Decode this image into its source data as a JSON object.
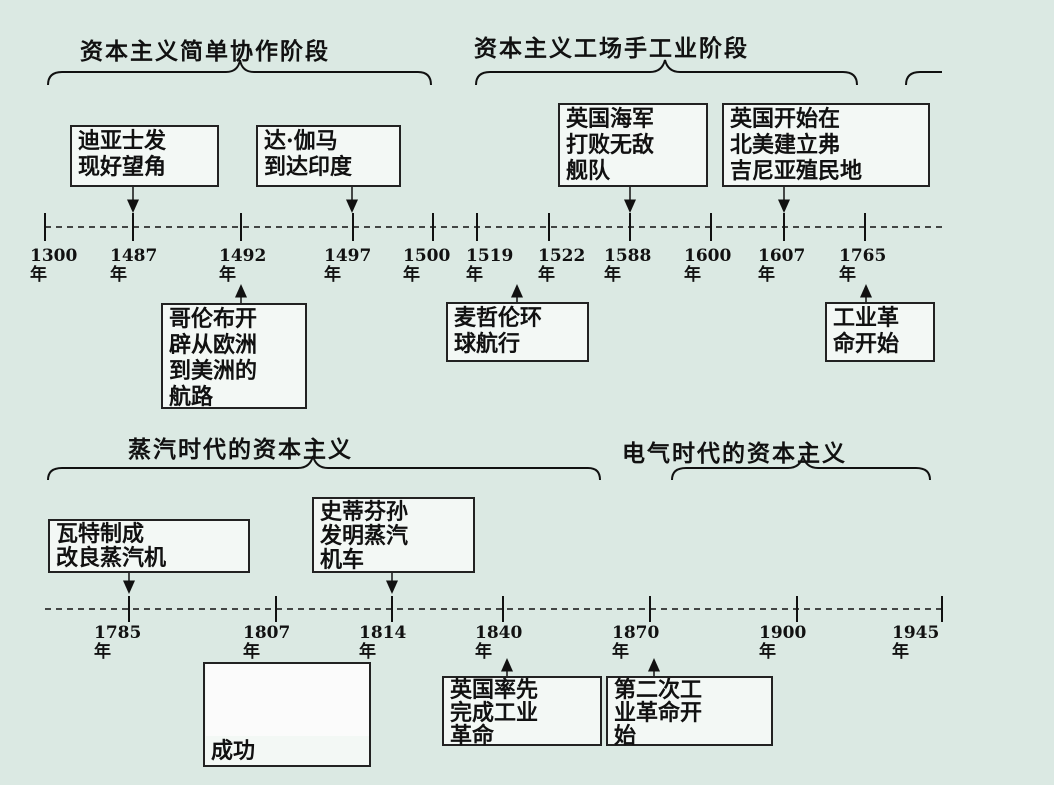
{
  "periods": {
    "simple_cooperation": "资本主义简单协作阶段",
    "manufacture": "资本主义工场手工业阶段",
    "steam_age": "蒸汽时代的资本主义",
    "electric_age": "电气时代的资本主义"
  },
  "top_years": {
    "y1300": "1300\n年",
    "y1487": "1487\n年",
    "y1492": "1492\n年",
    "y1497": "1497\n年",
    "y1500": "1500\n年",
    "y1519": "1519\n年",
    "y1522": "1522\n年",
    "y1588": "1588\n年",
    "y1600": "1600\n年",
    "y1607": "1607\n年",
    "y1765": "1765\n年"
  },
  "bottom_years": {
    "y1785": "1785\n年",
    "y1807": "1807\n年",
    "y1814": "1814\n年",
    "y1840": "1840\n年",
    "y1870": "1870\n年",
    "y1900": "1900\n年",
    "y1945": "1945\n年"
  },
  "events": {
    "dias": "迪亚士发\n现好望角",
    "gama": "达·伽马\n到达印度",
    "armada": "英国海军\n打败无敌\n舰队",
    "virginia": "英国开始在\n北美建立弗\n吉尼亚殖民地",
    "columbus": "哥伦布开\n辟从欧洲\n到美洲的\n航路",
    "magellan": "麦哲伦环\n球航行",
    "industrial_revolution": "工业革\n命开始",
    "watt": "瓦特制成\n改良蒸汽机",
    "stephenson": "史蒂芬孙\n发明蒸汽\n机车",
    "fulton_partial": "成功",
    "britain_complete": "英国率先\n完成工业\n革命",
    "second_revolution": "第二次工\n业革命开\n始"
  }
}
